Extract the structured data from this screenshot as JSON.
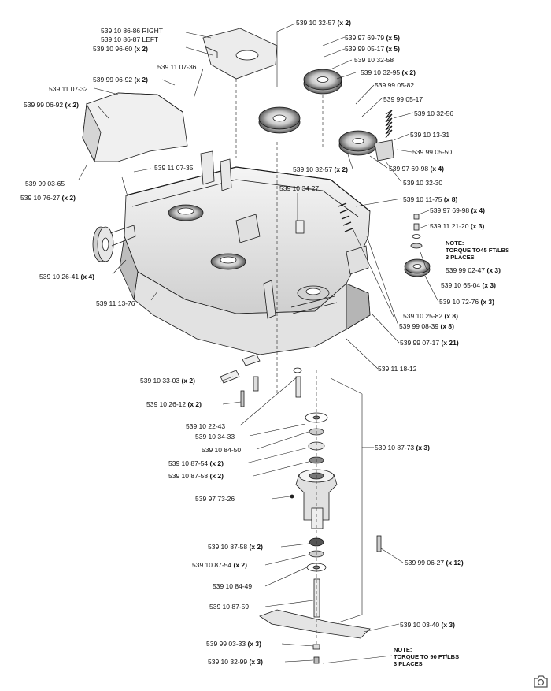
{
  "labels": [
    {
      "id": "p1",
      "part": "539 10 86-86 RIGHT",
      "qty": ""
    },
    {
      "id": "p2",
      "part": "539 10 86-87 LEFT",
      "qty": ""
    },
    {
      "id": "p3",
      "part": "539 10 96-60",
      "qty": "(x 2)"
    },
    {
      "id": "p4",
      "part": "539 11 07-36",
      "qty": ""
    },
    {
      "id": "p5",
      "part": "539 99 06-92",
      "qty": "(x 2)"
    },
    {
      "id": "p6",
      "part": "539 11 07-32",
      "qty": ""
    },
    {
      "id": "p7",
      "part": "539 99 06-92",
      "qty": "(x 2)"
    },
    {
      "id": "p8",
      "part": "539 99 03-65",
      "qty": ""
    },
    {
      "id": "p9",
      "part": "539 11 07-35",
      "qty": ""
    },
    {
      "id": "p10",
      "part": "539 10 76-27",
      "qty": "(x 2)"
    },
    {
      "id": "p11",
      "part": "539 10 26-41",
      "qty": "(x 4)"
    },
    {
      "id": "p12",
      "part": "539 11 13-76",
      "qty": ""
    },
    {
      "id": "p13",
      "part": "539 10 32-57",
      "qty": "(x 2)"
    },
    {
      "id": "p14",
      "part": "539 97 69-79",
      "qty": "(x 5)"
    },
    {
      "id": "p15",
      "part": "539 99 05-17",
      "qty": "(x 5)"
    },
    {
      "id": "p16",
      "part": "539 10 32-58",
      "qty": ""
    },
    {
      "id": "p17",
      "part": "539 10 32-95",
      "qty": "(x 2)"
    },
    {
      "id": "p18",
      "part": "539 99 05-82",
      "qty": ""
    },
    {
      "id": "p19",
      "part": "539 99 05-17",
      "qty": ""
    },
    {
      "id": "p20",
      "part": "539 10 32-56",
      "qty": ""
    },
    {
      "id": "p21",
      "part": "539 10 13-31",
      "qty": ""
    },
    {
      "id": "p22",
      "part": "539 99 05-50",
      "qty": ""
    },
    {
      "id": "p23",
      "part": "539 10 32-57",
      "qty": "(x 2)"
    },
    {
      "id": "p24",
      "part": "539 97 69-98",
      "qty": "(x 4)"
    },
    {
      "id": "p25",
      "part": "539 10 32-30",
      "qty": ""
    },
    {
      "id": "p26",
      "part": "539 10 34-27",
      "qty": ""
    },
    {
      "id": "p27",
      "part": "539 10 11-75",
      "qty": "(x 8)"
    },
    {
      "id": "p28",
      "part": "539 97 69-98",
      "qty": "(x 4)"
    },
    {
      "id": "p29",
      "part": "539 11 21-20",
      "qty": "(x 3)"
    },
    {
      "id": "p30",
      "part": "539 99 02-47",
      "qty": "(x 3)"
    },
    {
      "id": "p31",
      "part": "539 10 65-04",
      "qty": "(x 3)"
    },
    {
      "id": "p32",
      "part": "539 10 72-76",
      "qty": "(x 3)"
    },
    {
      "id": "p33",
      "part": "539 10 25-82",
      "qty": "(x 8)"
    },
    {
      "id": "p34",
      "part": "539 99 08-39",
      "qty": "(x 8)"
    },
    {
      "id": "p35",
      "part": "539 99 07-17",
      "qty": "(x 21)"
    },
    {
      "id": "p36",
      "part": "539 11 18-12",
      "qty": ""
    },
    {
      "id": "p37",
      "part": "539 10 33-03",
      "qty": "(x 2)"
    },
    {
      "id": "p38",
      "part": "539 10 26-12",
      "qty": "(x 2)"
    },
    {
      "id": "p39",
      "part": "539 10 22-43",
      "qty": ""
    },
    {
      "id": "p40",
      "part": "539 10 34-33",
      "qty": ""
    },
    {
      "id": "p41",
      "part": "539 10 84-50",
      "qty": ""
    },
    {
      "id": "p42",
      "part": "539 10 87-54",
      "qty": "(x 2)"
    },
    {
      "id": "p43",
      "part": "539 10 87-58",
      "qty": "(x 2)"
    },
    {
      "id": "p44",
      "part": "539 10 87-73",
      "qty": "(x 3)"
    },
    {
      "id": "p45",
      "part": "539 97 73-26",
      "qty": ""
    },
    {
      "id": "p46",
      "part": "539 10 87-58",
      "qty": "(x 2)"
    },
    {
      "id": "p47",
      "part": "539 10 87-54",
      "qty": "(x 2)"
    },
    {
      "id": "p48",
      "part": "539 99 06-27",
      "qty": "(x 12)"
    },
    {
      "id": "p49",
      "part": "539 10 84-49",
      "qty": ""
    },
    {
      "id": "p50",
      "part": "539 10 87-59",
      "qty": ""
    },
    {
      "id": "p51",
      "part": "539 10 03-40",
      "qty": "(x 3)"
    },
    {
      "id": "p52",
      "part": "539 99 03-33",
      "qty": "(x 3)"
    },
    {
      "id": "p53",
      "part": "539 10 32-99",
      "qty": "(x 3)"
    }
  ],
  "notes": {
    "upper": [
      "NOTE:",
      "TORQUE TO45 FT/LBS",
      "3 PLACES"
    ],
    "lower": [
      "NOTE:",
      "TORQUE TO 90 FT/LBS",
      "3 PLACES"
    ]
  },
  "colors": {
    "line": "#1a1a1a",
    "fill_light": "#f2f2f2",
    "fill_mid": "#d9d9d9",
    "fill_dark": "#9a9a9a"
  },
  "watermark_icon": "ebay-camera-icon"
}
